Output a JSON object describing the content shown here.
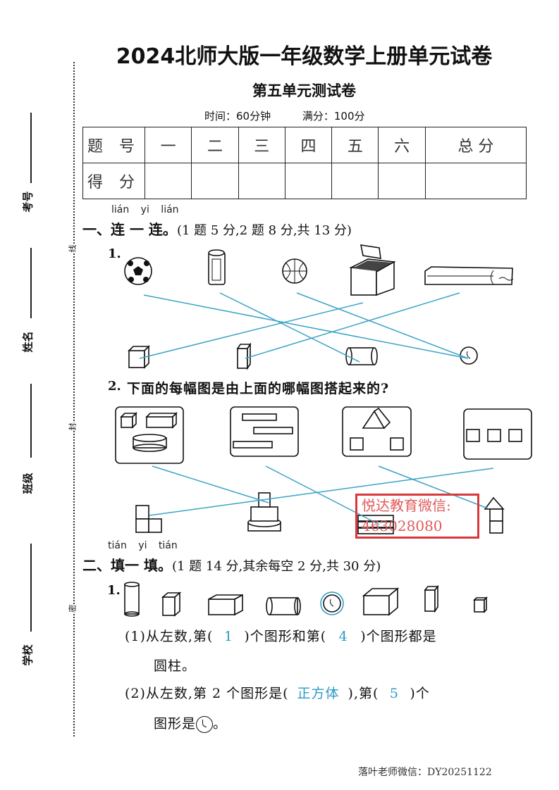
{
  "header": {
    "title": "2024北师大版一年级数学上册单元试卷",
    "subtitle": "第五单元测试卷",
    "time": "时间：60分钟",
    "full_score": "满分：100分"
  },
  "score_table": {
    "row1": [
      "题 号",
      "一",
      "二",
      "三",
      "四",
      "五",
      "六",
      "总 分"
    ],
    "row2_label": "得 分"
  },
  "sidebar": {
    "labels": [
      "考号",
      "姓名",
      "班级",
      "学校"
    ],
    "cut_marks": [
      "线",
      "封",
      "密"
    ]
  },
  "section1": {
    "pinyin": "lián yi lián",
    "heading": "一、连 一 连。",
    "note": "(1 题 5 分,2 题 8 分,共 13 分)",
    "q1_num": "1.",
    "q2_num": "2.",
    "q2_text": "下面的每幅图是由上面的哪幅图搭起来的?"
  },
  "section2": {
    "pinyin": "tián yi tián",
    "heading": "二、填一 填。",
    "note": "(1 题 14 分,其余每空 2 分,共 30 分)",
    "q1_num": "1.",
    "sub1_a": "(1)从左数,第(",
    "sub1_ans1": "1",
    "sub1_b": ")个图形和第(",
    "sub1_ans2": "4",
    "sub1_c": ")个图形都是",
    "sub1_d": "圆柱。",
    "sub2_a": "(2)从左数,第 2 个图形是(",
    "sub2_ans1": "正方体",
    "sub2_b": "),第(",
    "sub2_ans2": "5",
    "sub2_c": ")个",
    "sub2_d": "图形是",
    "sub2_e": "。"
  },
  "watermark": {
    "line1": "悦达教育微信:",
    "line2": "463028080"
  },
  "footer": "落叶老师微信：DY20251122",
  "colors": {
    "answer": "#2a9bc4",
    "watermark": "#d9383b",
    "connector": "#3aa3c6"
  }
}
